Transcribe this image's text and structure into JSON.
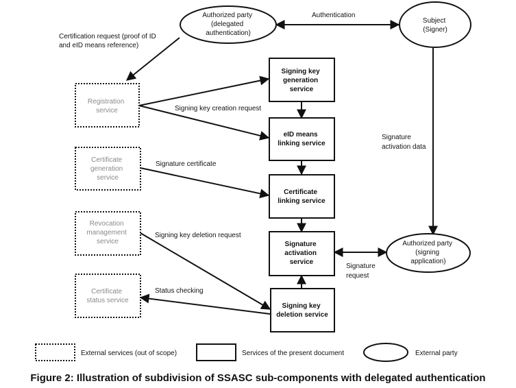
{
  "parties": {
    "authorized_delegated": [
      "Authorized party",
      "(delegated",
      "authentication)"
    ],
    "subject": [
      "Subject",
      "(Signer)"
    ],
    "authorized_signing": [
      "Authorized party",
      "(signing",
      "application)"
    ]
  },
  "external_services": {
    "registration": [
      "Registration",
      "service"
    ],
    "certificate_generation": [
      "Certificate",
      "generation",
      "service"
    ],
    "revocation": [
      "Revocation",
      "management",
      "service"
    ],
    "certificate_status": [
      "Certificate",
      "status service"
    ]
  },
  "services": {
    "signing_key_generation": [
      "Signing key",
      "generation",
      "service"
    ],
    "eid_linking": [
      "eID means",
      "linking service"
    ],
    "certificate_linking": [
      "Certificate",
      "linking service"
    ],
    "signature_activation": [
      "Signature",
      "activation",
      "service"
    ],
    "signing_key_deletion": [
      "Signing key",
      "deletion service"
    ]
  },
  "edge_labels": {
    "authentication": "Authentication",
    "certification_request": [
      "Certification request (proof of ID",
      "and eID means reference)"
    ],
    "signing_key_creation": "Signing key creation request",
    "signature_certificate": "Signature certificate",
    "signing_key_deletion": "Signing key deletion request",
    "status_checking": "Status checking",
    "signature_activation_data": [
      "Signature",
      "activation data"
    ],
    "signature_request": [
      "Signature",
      "request"
    ]
  },
  "legend": {
    "external": "External services (out of scope)",
    "present": "Services of the present document",
    "party": "External party"
  },
  "caption": "Figure 2: Illustration of subdivision of SSASC sub-components with delegated authentication"
}
